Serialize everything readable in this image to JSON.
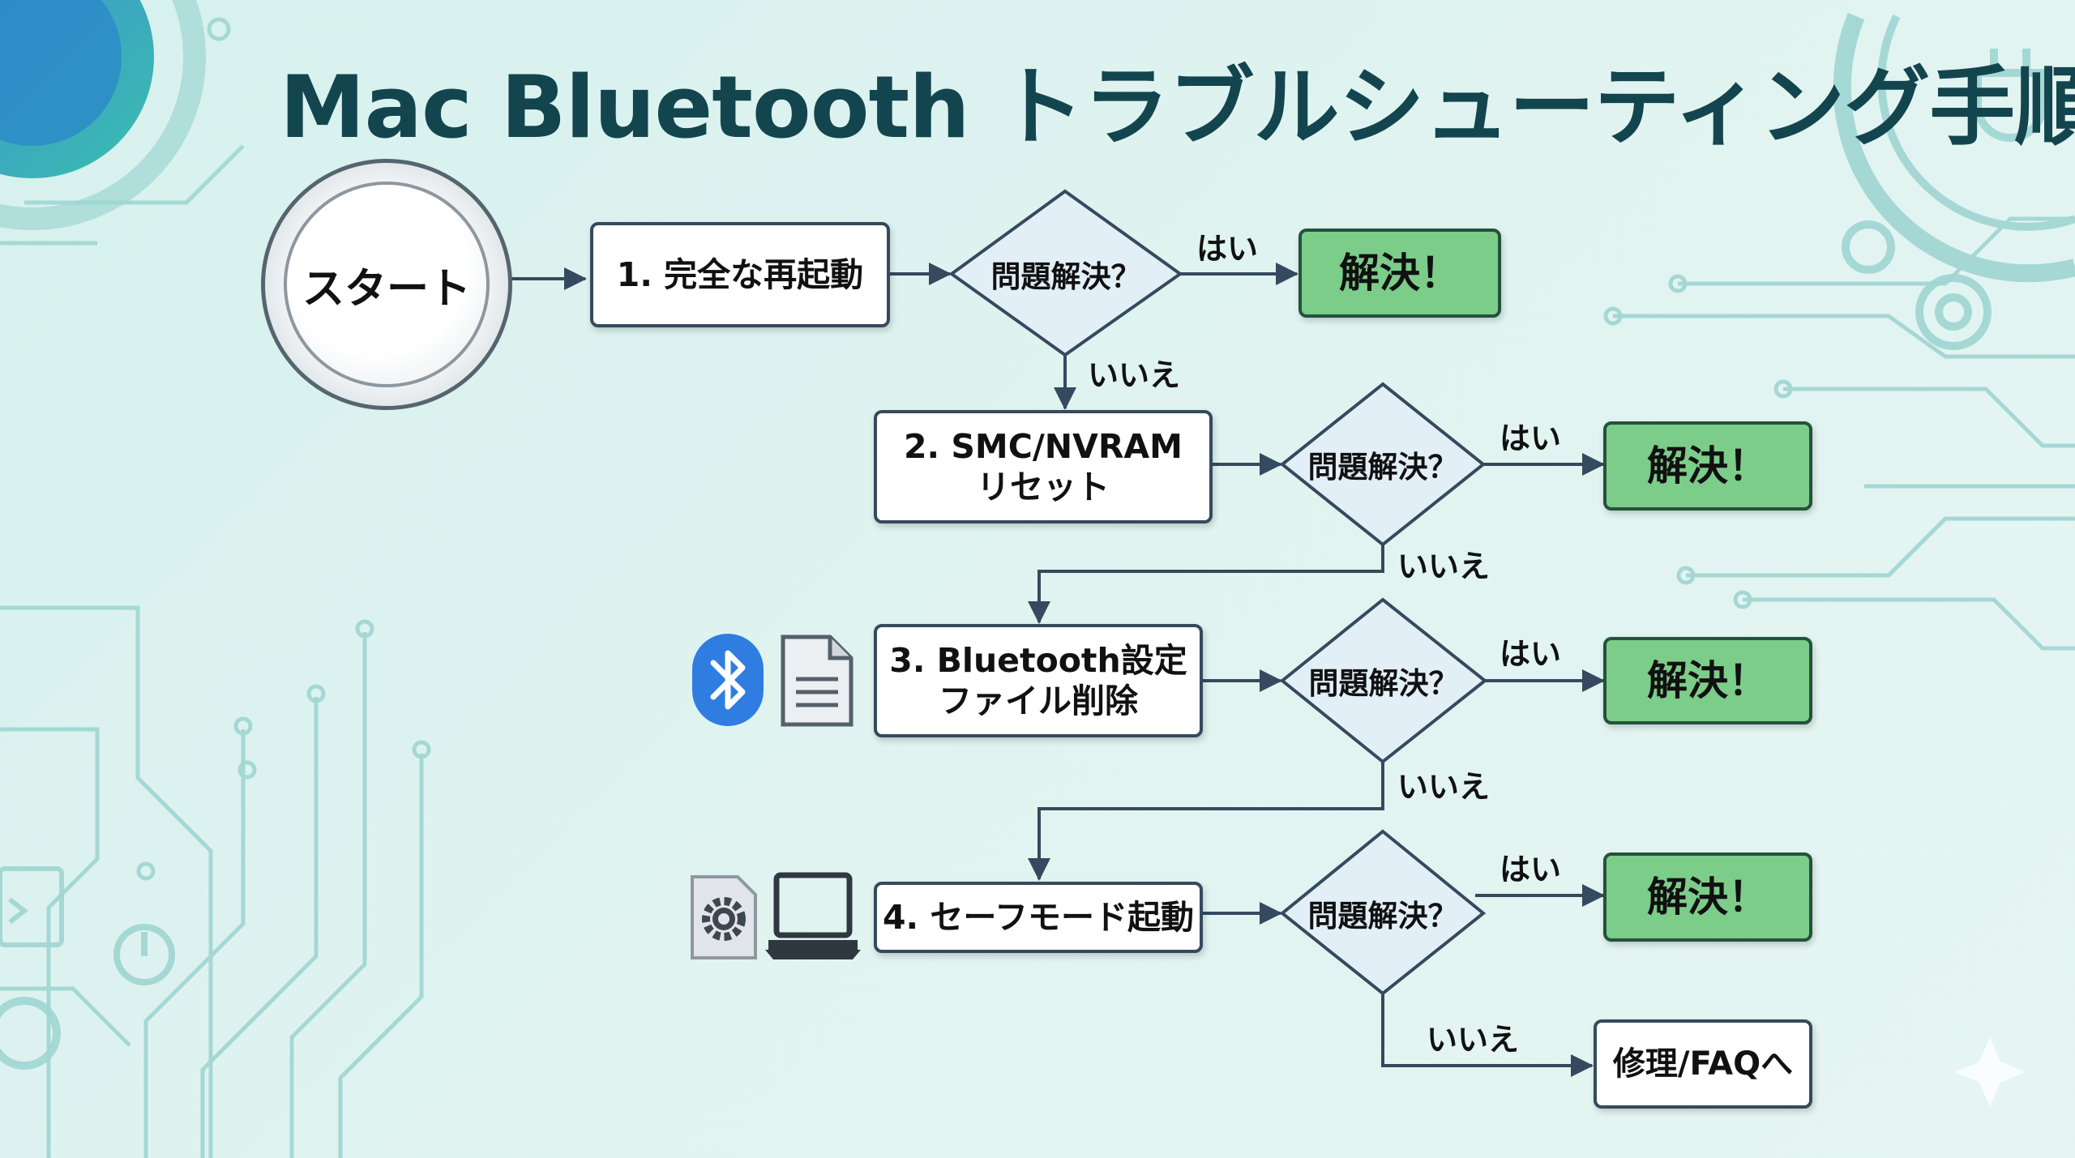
{
  "title": "Mac Bluetooth トラブルシューティング手順",
  "nodes": {
    "start": "スタート",
    "step1": "1. 完全な再起動",
    "step2_line1": "2. SMC/NVRAM",
    "step2_line2": "リセット",
    "step3_line1": "3. Bluetooth設定",
    "step3_line2": "ファイル削除",
    "step4": "4. セーフモード起動",
    "decision": "問題解決？",
    "resolved": "解決！",
    "final": "修理/FAQへ"
  },
  "edges": {
    "yes": "はい",
    "no": "いいえ"
  },
  "icons": {
    "step3": [
      "bluetooth-icon",
      "document-icon"
    ],
    "step4": [
      "settings-file-icon",
      "laptop-icon"
    ]
  },
  "colors": {
    "title": "#13454f",
    "resolved_fill": "#7ccd8a",
    "border": "#354a5e",
    "decision_fill": "#e3eff7",
    "circuit": "#9fd6d1",
    "bluetooth": "#2f7de0"
  }
}
